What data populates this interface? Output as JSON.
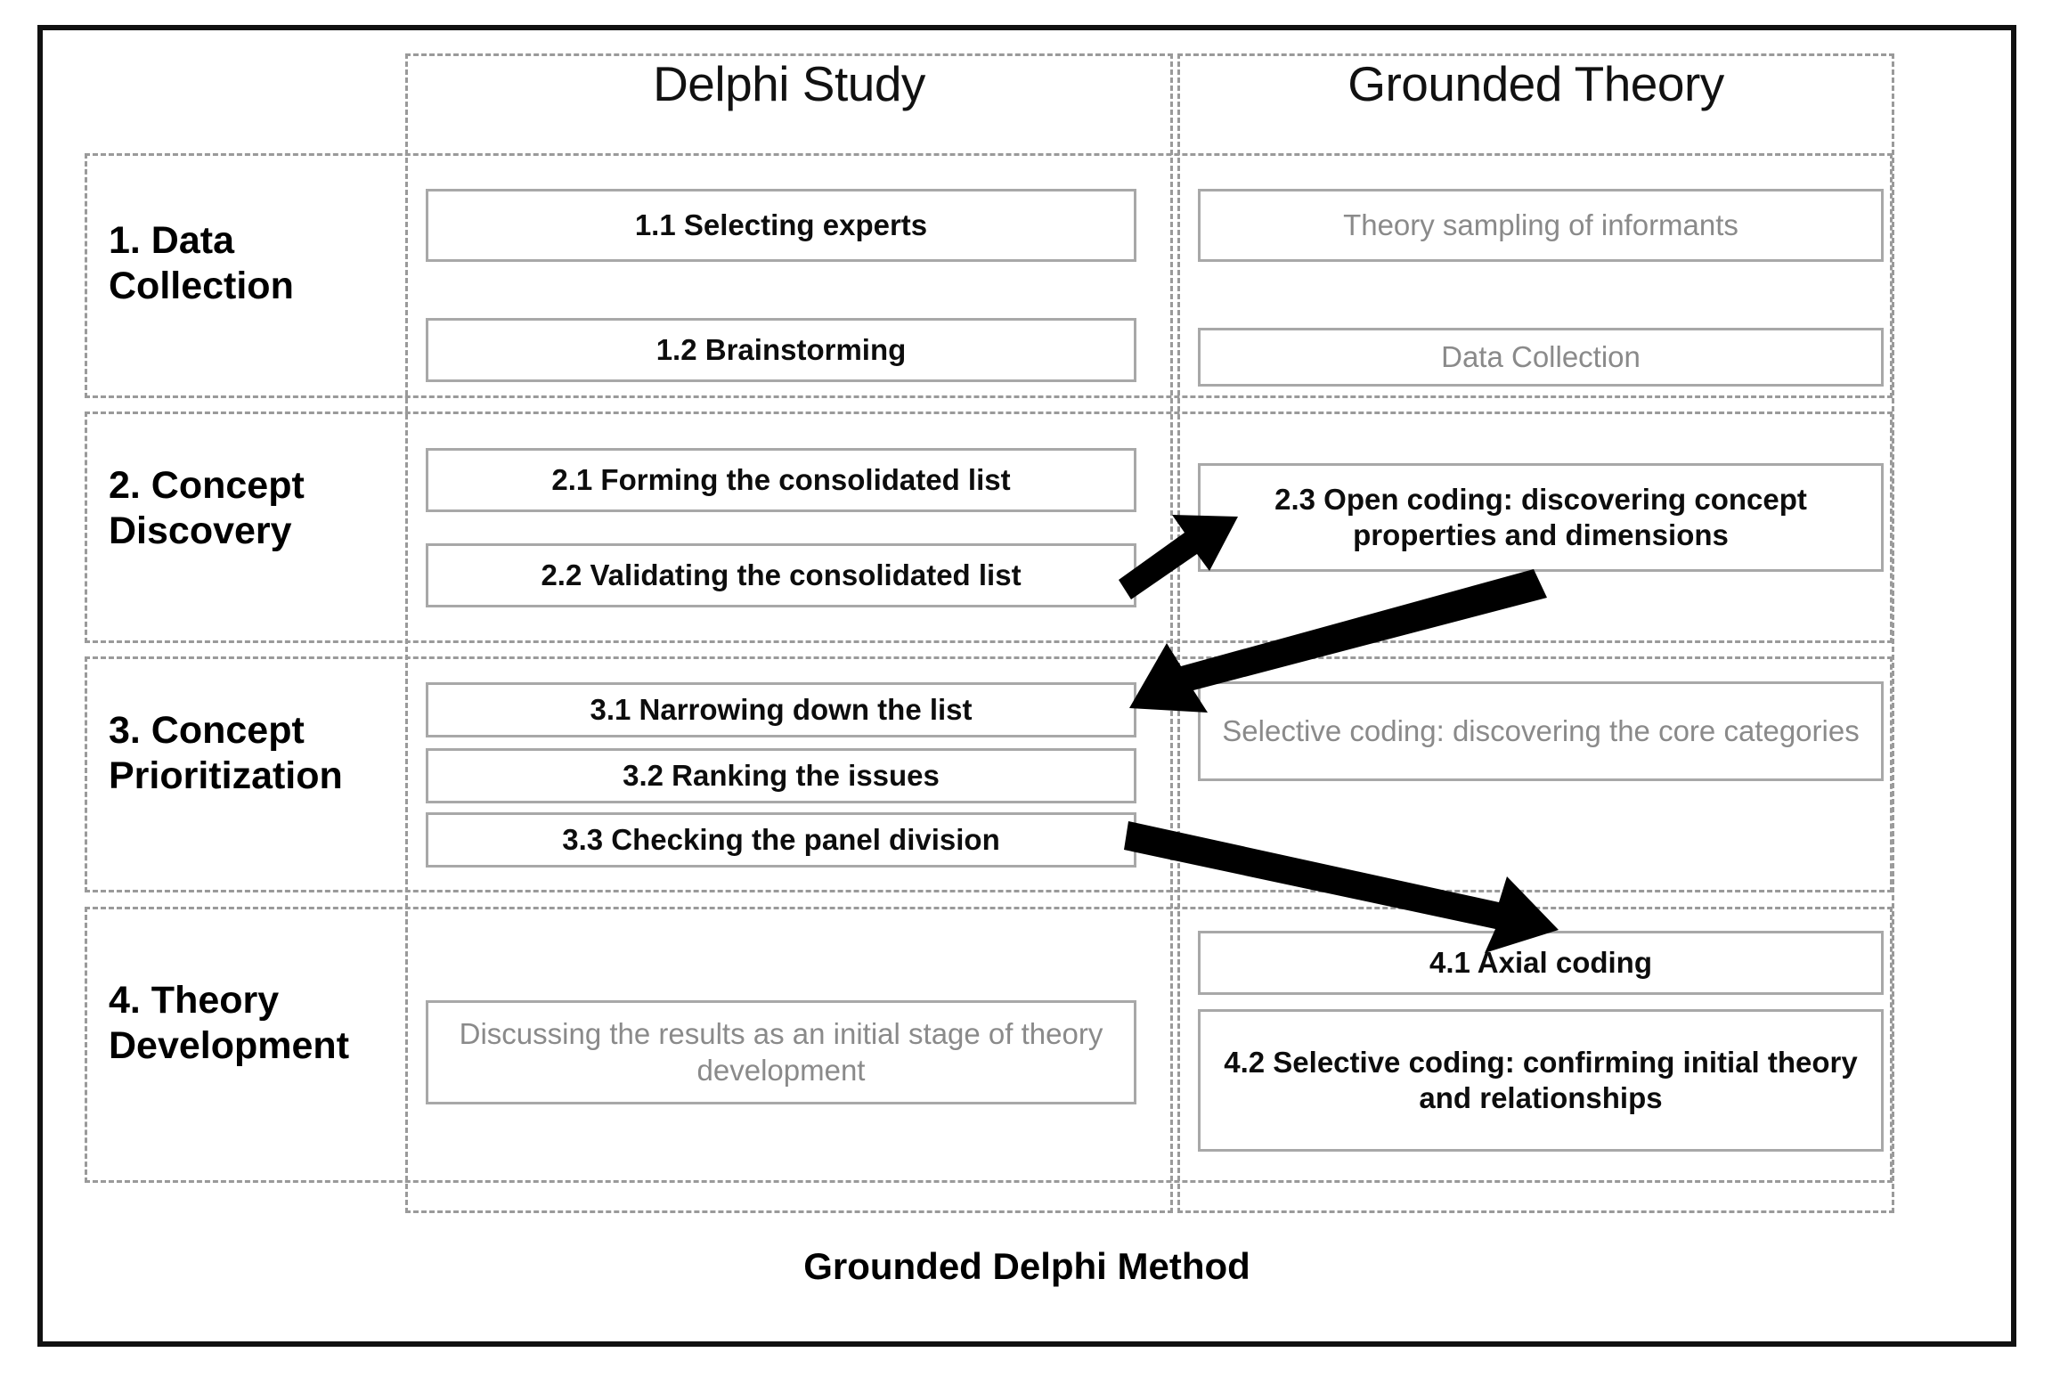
{
  "figure": {
    "caption": "Grounded Delphi Method"
  },
  "columns": [
    {
      "id": "delphi-study",
      "title": "Delphi Study"
    },
    {
      "id": "grounded-theory",
      "title": "Grounded Theory"
    }
  ],
  "phases": [
    {
      "id": "data-collection",
      "label": "1. Data\nCollection"
    },
    {
      "id": "concept-discovery",
      "label": "2. Concept\nDiscovery"
    },
    {
      "id": "concept-prioritization",
      "label": "3. Concept\nPrioritization"
    },
    {
      "id": "theory-development",
      "label": "4. Theory\nDevelopment"
    }
  ],
  "phase_labels": {
    "p1_line1": "1. Data",
    "p1_line2": "Collection",
    "p2_line1": "2. Concept",
    "p2_line2": "Discovery",
    "p3_line1": "3. Concept",
    "p3_line2": "Prioritization",
    "p4_line1": "4. Theory",
    "p4_line2": "Development"
  },
  "delphi_boxes": {
    "b11": "1.1 Selecting experts",
    "b12": "1.2 Brainstorming",
    "b21": "2.1 Forming the consolidated list",
    "b22": "2.2 Validating the consolidated list",
    "b31": "3.1 Narrowing down the list",
    "b32": "3.2 Ranking the issues",
    "b33": "3.3 Checking the panel division",
    "b41": "Discussing the results as an initial stage of theory development"
  },
  "grounded_theory_boxes": {
    "g11": "Theory sampling of informants",
    "g12": "Data Collection",
    "g21": "2.3 Open coding: discovering concept properties and dimensions",
    "g31": "Selective coding: discovering the core categories",
    "g41": "4.1 Axial coding",
    "g42": "4.2 Selective coding: confirming initial theory and relationships"
  },
  "arrows": [
    {
      "id": "arrow-2-2-to-2-3",
      "from": "2.2 Validating the consolidated list",
      "to": "2.3 Open coding: discovering concept properties and dimensions",
      "direction": "right-up"
    },
    {
      "id": "arrow-2-3-to-3-1",
      "from": "2.3 Open coding: discovering concept properties and dimensions",
      "to": "3.1 Narrowing down the list",
      "direction": "left-down"
    },
    {
      "id": "arrow-3-3-to-4-1",
      "from": "3.3 Checking the panel division",
      "to": "4.1 Axial coding",
      "direction": "right-down"
    }
  ],
  "colors": {
    "frame": "#111111",
    "dashed_border": "#9a9a9a",
    "box_border": "#a8a8a8",
    "bold_text": "#0d0d0d",
    "muted_text": "#8a8a8a",
    "arrow": "#000000",
    "background": "#ffffff"
  }
}
